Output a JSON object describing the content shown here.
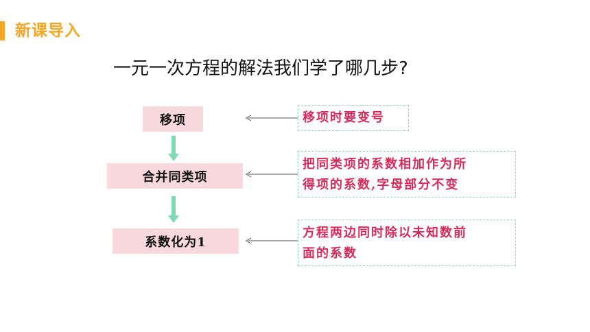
{
  "header": {
    "section_title": "新课导入"
  },
  "question": "一元一次方程的解法我们学了哪几步?",
  "steps": [
    {
      "label": "移项"
    },
    {
      "label": "合并同类项"
    },
    {
      "label": "系数化为1"
    }
  ],
  "notes": [
    {
      "lines": [
        "移项时要变号"
      ]
    },
    {
      "lines": [
        "把同类项的系数相加作为所",
        "得项的系数,字母部分不变"
      ]
    },
    {
      "lines": [
        "方程两边同时除以未知数前",
        "面的系数"
      ]
    }
  ],
  "colors": {
    "accent": "#f5a623",
    "step_fill": "#f7d8dc",
    "note_text": "#d82a5a",
    "note_border": "#8fd8c8",
    "flow_arrow": "#7ed9b5"
  }
}
